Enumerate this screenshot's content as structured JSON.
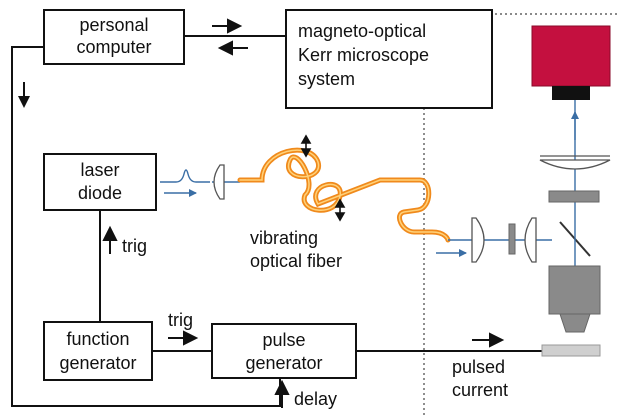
{
  "blocks": {
    "personal_computer": [
      "personal",
      "computer"
    ],
    "kerr_system": [
      "magneto-optical",
      "Kerr microscope",
      "system"
    ],
    "laser_diode": [
      "laser",
      "diode"
    ],
    "function_generator": [
      "function",
      "generator"
    ],
    "pulse_generator": [
      "pulse",
      "generator"
    ]
  },
  "labels": {
    "trig_laser": "trig",
    "trig_pulse": "trig",
    "fiber": [
      "vibrating",
      "optical fiber"
    ],
    "delay": "delay",
    "pulsed_current": [
      "pulsed",
      "current"
    ]
  },
  "colors": {
    "fiber": "#f08a1c",
    "fiber_highlight": "#ffd27a",
    "beam": "#3a6ea5",
    "camera": "#c4103f",
    "camera_base": "#111111",
    "optics_grey": "#8a8a8a"
  }
}
